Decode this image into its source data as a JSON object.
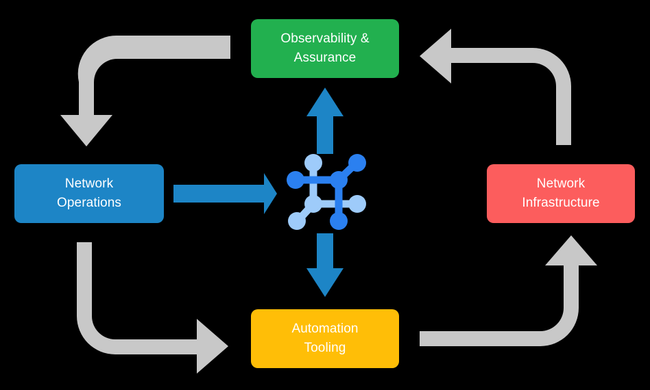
{
  "diagram": {
    "title": "Network automation lifecycle diagram",
    "background_color": "#000000",
    "center_icon": {
      "name": "network-topology-icon",
      "primary_color": "#2B80F0",
      "secondary_color": "#9ECBFA"
    },
    "nodes": [
      {
        "id": "observability",
        "label": "Observability &\nAssurance",
        "color": "#22B04F",
        "text_color": "#FFFFFF",
        "position": "top"
      },
      {
        "id": "operations",
        "label": "Network\nOperations",
        "color": "#1D85C6",
        "text_color": "#FFFFFF",
        "position": "left"
      },
      {
        "id": "infrastructure",
        "label": "Network\nInfrastructure",
        "color": "#FC5D5D",
        "text_color": "#FFFFFF",
        "position": "right"
      },
      {
        "id": "automation",
        "label": "Automation\nTooling",
        "color": "#FFBE07",
        "text_color": "#FFFFFF",
        "position": "bottom"
      }
    ],
    "arrows": {
      "blue_color": "#1D85C6",
      "gray_color": "#C8C8C8",
      "straight": [
        {
          "id": "operations-to-center",
          "direction": "right",
          "color": "#1D85C6"
        },
        {
          "id": "center-to-observability",
          "direction": "up",
          "color": "#1D85C6"
        },
        {
          "id": "center-to-automation",
          "direction": "down",
          "color": "#1D85C6"
        }
      ],
      "elbow": [
        {
          "id": "observability-to-operations",
          "turn": "top-left-down",
          "color": "#C8C8C8"
        },
        {
          "id": "infrastructure-to-observability",
          "turn": "top-right-left",
          "color": "#C8C8C8"
        },
        {
          "id": "operations-to-automation",
          "turn": "bottom-left-right",
          "color": "#C8C8C8"
        },
        {
          "id": "automation-to-infrastructure",
          "turn": "bottom-right-up",
          "color": "#C8C8C8"
        }
      ]
    }
  }
}
